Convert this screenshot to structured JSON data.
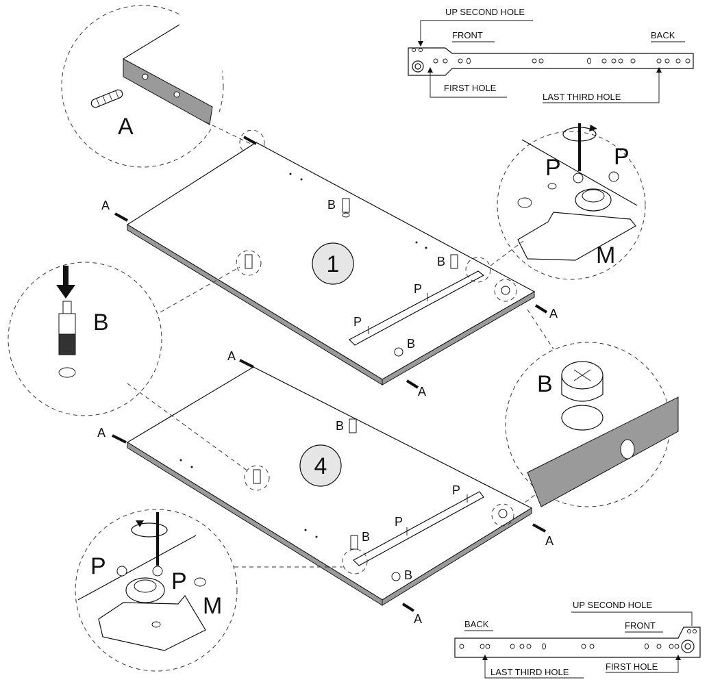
{
  "panels": [
    {
      "number": "1"
    },
    {
      "number": "4"
    }
  ],
  "parts": {
    "dowel": "A",
    "cam_bolt": "B",
    "screw": "P",
    "mount": "M"
  },
  "rail_top": {
    "up_second_hole": "UP SECOND HOLE",
    "front": "FRONT",
    "back": "BACK",
    "first_hole": "FIRST HOLE",
    "last_third_hole": "LAST THIRD HOLE"
  },
  "rail_bottom": {
    "up_second_hole": "UP SECOND HOLE",
    "front": "FRONT",
    "back": "BACK",
    "first_hole": "FIRST HOLE",
    "last_third_hole": "LAST THIRD HOLE"
  }
}
